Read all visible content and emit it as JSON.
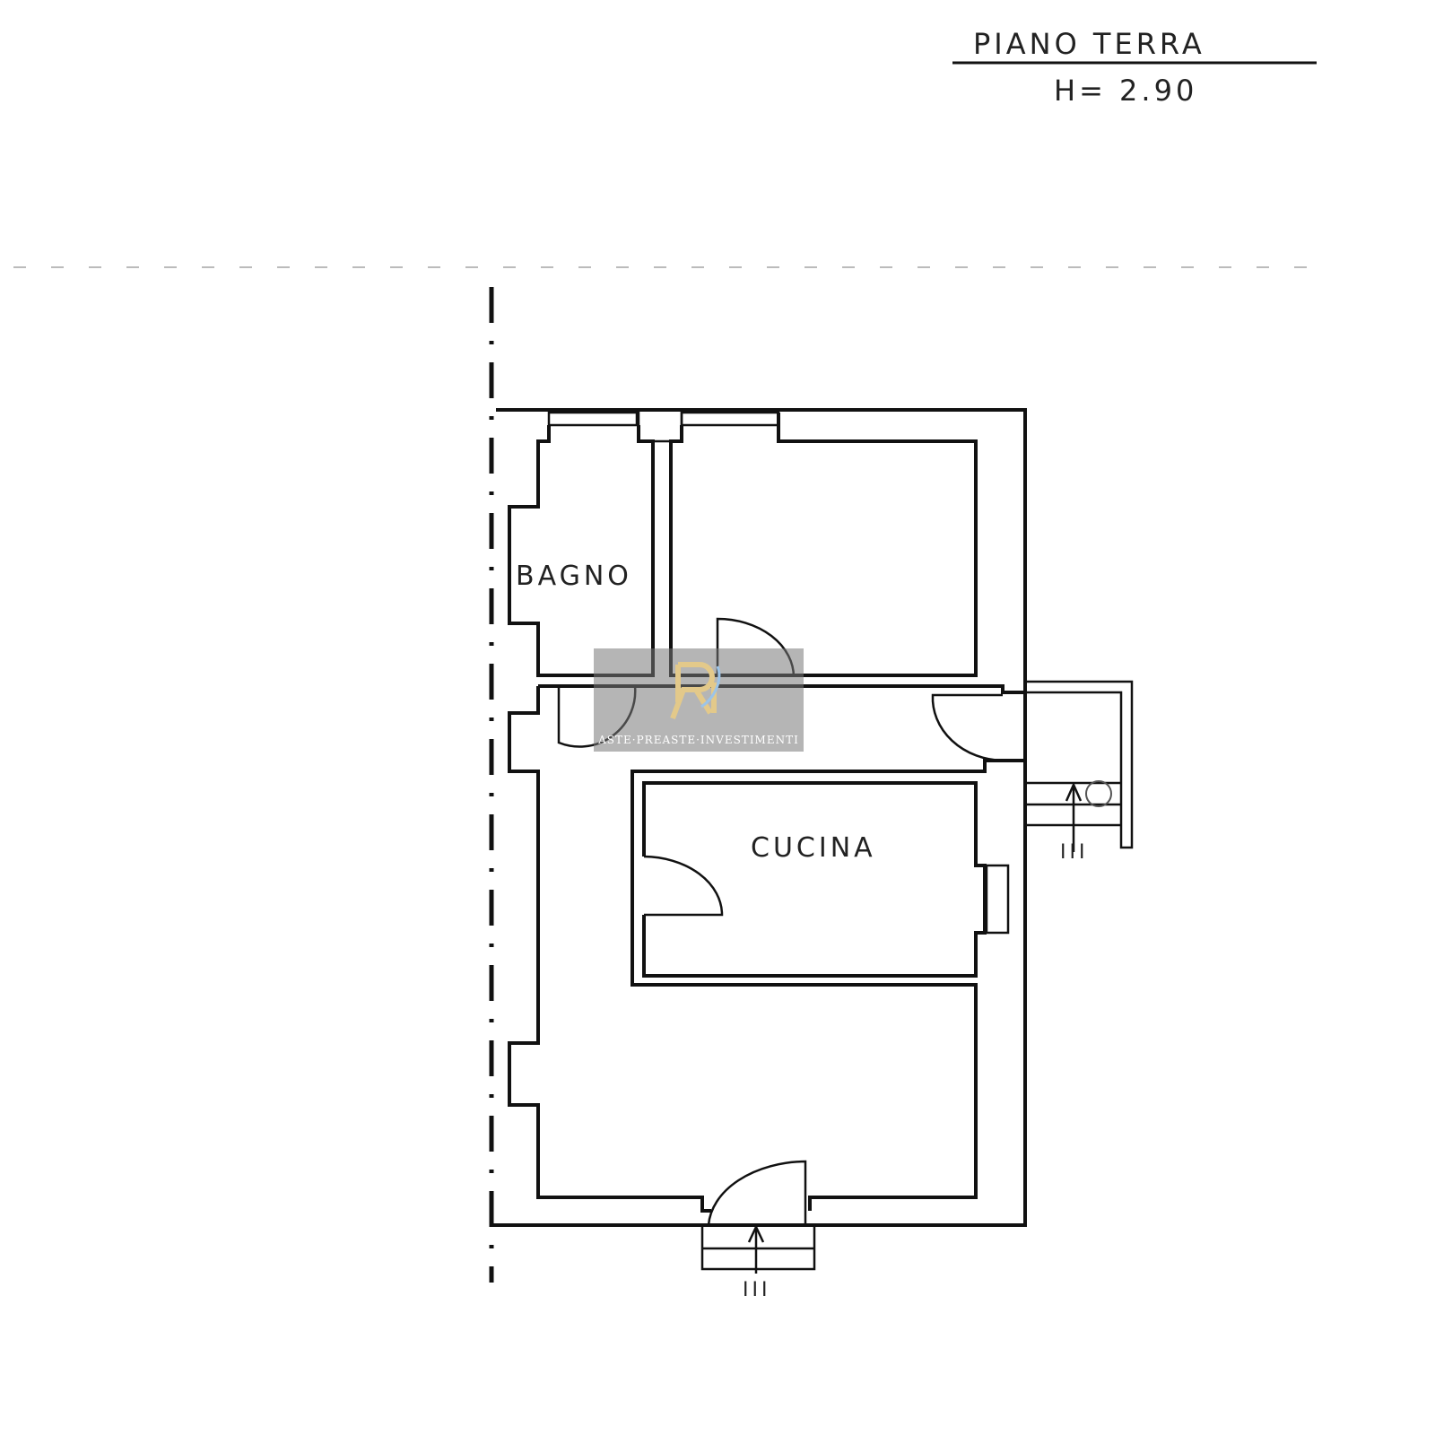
{
  "header": {
    "floor_title": "PIANO TERRA",
    "height_label": "H= 2.90"
  },
  "rooms": {
    "bathroom": "BAGNO",
    "kitchen": "CUCINA"
  },
  "markers": {
    "entrance_mark": "III",
    "side_entrance_mark": "III"
  },
  "watermark": {
    "brand_text": "ASTE·PREASTE·INVESTIMENTI",
    "logo_letters": "RI",
    "accent": "#e3c98a"
  }
}
